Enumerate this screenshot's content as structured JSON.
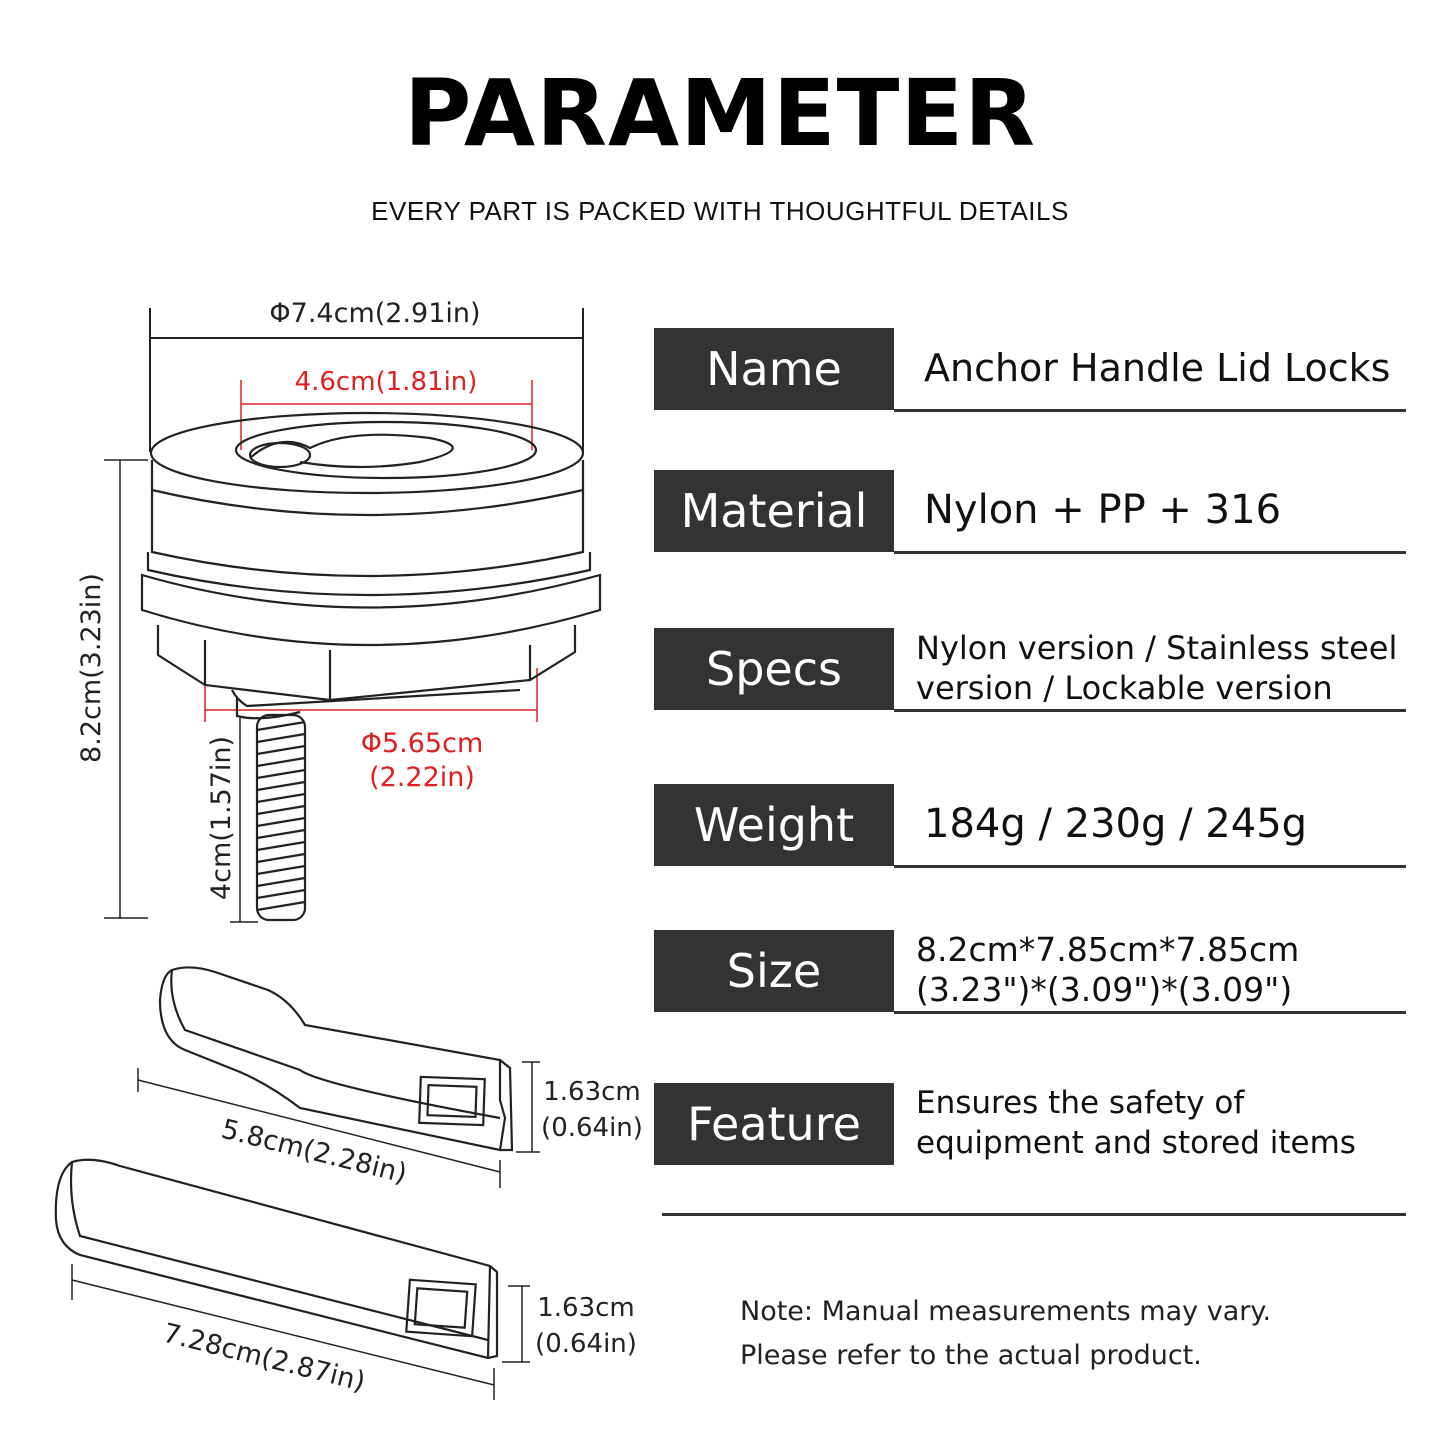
{
  "header": {
    "title": "PARAMETER",
    "subtitle": "EVERY PART IS PACKED WITH THOUGHTFUL DETAILS"
  },
  "dimensions": {
    "outer_diameter": "Φ7.4cm(2.91in)",
    "inner_width": "4.6cm(1.81in)",
    "height": "8.2cm(3.23in)",
    "thread_length": "4cm(1.57in)",
    "base_diameter_line1": "Φ5.65cm",
    "base_diameter_line2": "(2.22in)",
    "short_handle_length": "5.8cm(2.28in)",
    "short_handle_width_line1": "1.63cm",
    "short_handle_width_line2": "(0.64in)",
    "long_handle_length": "7.28cm(2.87in)",
    "long_handle_width_line1": "1.63cm",
    "long_handle_width_line2": "(0.64in)"
  },
  "specs": [
    {
      "label": "Name",
      "value": "Anchor Handle Lid Locks"
    },
    {
      "label": "Material",
      "value": "Nylon + PP + 316"
    },
    {
      "label": "Specs",
      "value_line1": "Nylon version / Stainless steel",
      "value_line2": "version / Lockable version"
    },
    {
      "label": "Weight",
      "value": "184g / 230g / 245g"
    },
    {
      "label": "Size",
      "value_line1": "8.2cm*7.85cm*7.85cm",
      "value_line2": "(3.23\")*(3.09\")*(3.09\")"
    },
    {
      "label": "Feature",
      "value_line1": "Ensures the safety of",
      "value_line2": "equipment and stored items"
    }
  ],
  "note": {
    "line1": "Note: Manual measurements may vary.",
    "line2": "Please refer to the actual product."
  },
  "colors": {
    "label_bg": "#333333",
    "dimension_red": "#e02020",
    "text": "#111111"
  }
}
